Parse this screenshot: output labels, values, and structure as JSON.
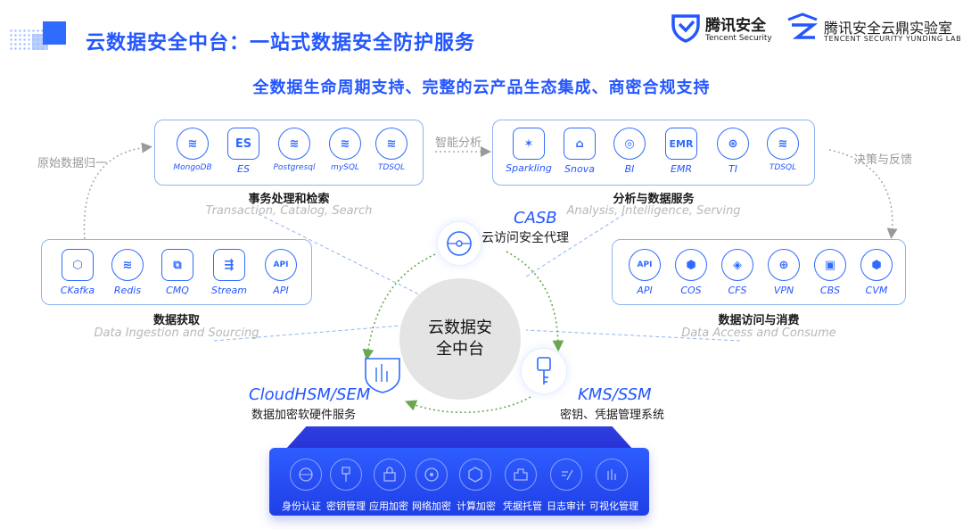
{
  "header": {
    "title": "云数据安全中台：一站式数据安全防护服务",
    "subtitle": "全数据生命周期支持、完整的云产品生态集成、商密合规支持",
    "brand1_name": "腾讯安全",
    "brand1_sub": "Tencent Security",
    "brand2_name": "腾讯安全云鼎实验室",
    "brand2_sub": "TENCENT SECURITY YUNDING LAB"
  },
  "groups": {
    "transaction": {
      "title_cn": "事务处理和检索",
      "title_en": "Transaction, Catalog, Search",
      "products": [
        {
          "label": "MongoDB",
          "icon": "database-leaf-icon"
        },
        {
          "label": "ES",
          "icon": "es-icon"
        },
        {
          "label": "Postgresql",
          "icon": "database-elephant-icon"
        },
        {
          "label": "mySQL",
          "icon": "database-icon"
        },
        {
          "label": "TDSQL",
          "icon": "database-cube-icon"
        }
      ]
    },
    "analysis": {
      "title_cn": "分析与数据服务",
      "title_en": "Analysis, Intelligence, Serving",
      "products": [
        {
          "label": "Sparkling",
          "icon": "spark-icon"
        },
        {
          "label": "Snova",
          "icon": "house-icon"
        },
        {
          "label": "BI",
          "icon": "circles-icon"
        },
        {
          "label": "EMR",
          "icon": "emr-icon"
        },
        {
          "label": "TI",
          "icon": "ti-icon"
        },
        {
          "label": "TDSQL",
          "icon": "database-cube-icon"
        }
      ]
    },
    "ingestion": {
      "title_cn": "数据获取",
      "title_en": "Data Ingestion and Sourcing",
      "products": [
        {
          "label": "CKafka",
          "icon": "hexagon-icon"
        },
        {
          "label": "Redis",
          "icon": "stack-icon"
        },
        {
          "label": "CMQ",
          "icon": "queue-icon"
        },
        {
          "label": "Stream",
          "icon": "stream-icon"
        },
        {
          "label": "API",
          "icon": "api-icon"
        }
      ]
    },
    "access": {
      "title_cn": "数据访问与消费",
      "title_en": "Data Access and Consume",
      "products": [
        {
          "label": "API",
          "icon": "api-icon"
        },
        {
          "label": "COS",
          "icon": "cube-icon"
        },
        {
          "label": "CFS",
          "icon": "layers-icon"
        },
        {
          "label": "VPN",
          "icon": "vpn-icon"
        },
        {
          "label": "CBS",
          "icon": "disk-icon"
        },
        {
          "label": "CVM",
          "icon": "cube-icon"
        }
      ]
    }
  },
  "flow_labels": {
    "raw_data": "原始数据归一",
    "smart_analysis": "智能分析",
    "decision": "决策与反馈"
  },
  "center": {
    "label": "云数据安全中台"
  },
  "nodes": {
    "casb": {
      "en": "CASB",
      "cn": "云访问安全代理"
    },
    "hsm": {
      "en": "CloudHSM/SEM",
      "cn": "数据加密软硬件服务"
    },
    "kms": {
      "en": "KMS/SSM",
      "cn": "密钥、凭据管理系统"
    }
  },
  "base_items": [
    {
      "label": "身份认证",
      "icon": "identity-icon"
    },
    {
      "label": "密钥管理",
      "icon": "key-icon"
    },
    {
      "label": "应用加密",
      "icon": "lock-icon"
    },
    {
      "label": "网络加密",
      "icon": "network-icon"
    },
    {
      "label": "计算加密",
      "icon": "compute-icon"
    },
    {
      "label": "凭据托管",
      "icon": "credential-icon"
    },
    {
      "label": "日志审计",
      "icon": "log-icon"
    },
    {
      "label": "可视化管理",
      "icon": "chart-icon"
    }
  ],
  "colors": {
    "accent": "#2456ff",
    "box_border": "#8fb4f0",
    "base": "#2e5dff",
    "arrow_green": "#6aa84f"
  }
}
